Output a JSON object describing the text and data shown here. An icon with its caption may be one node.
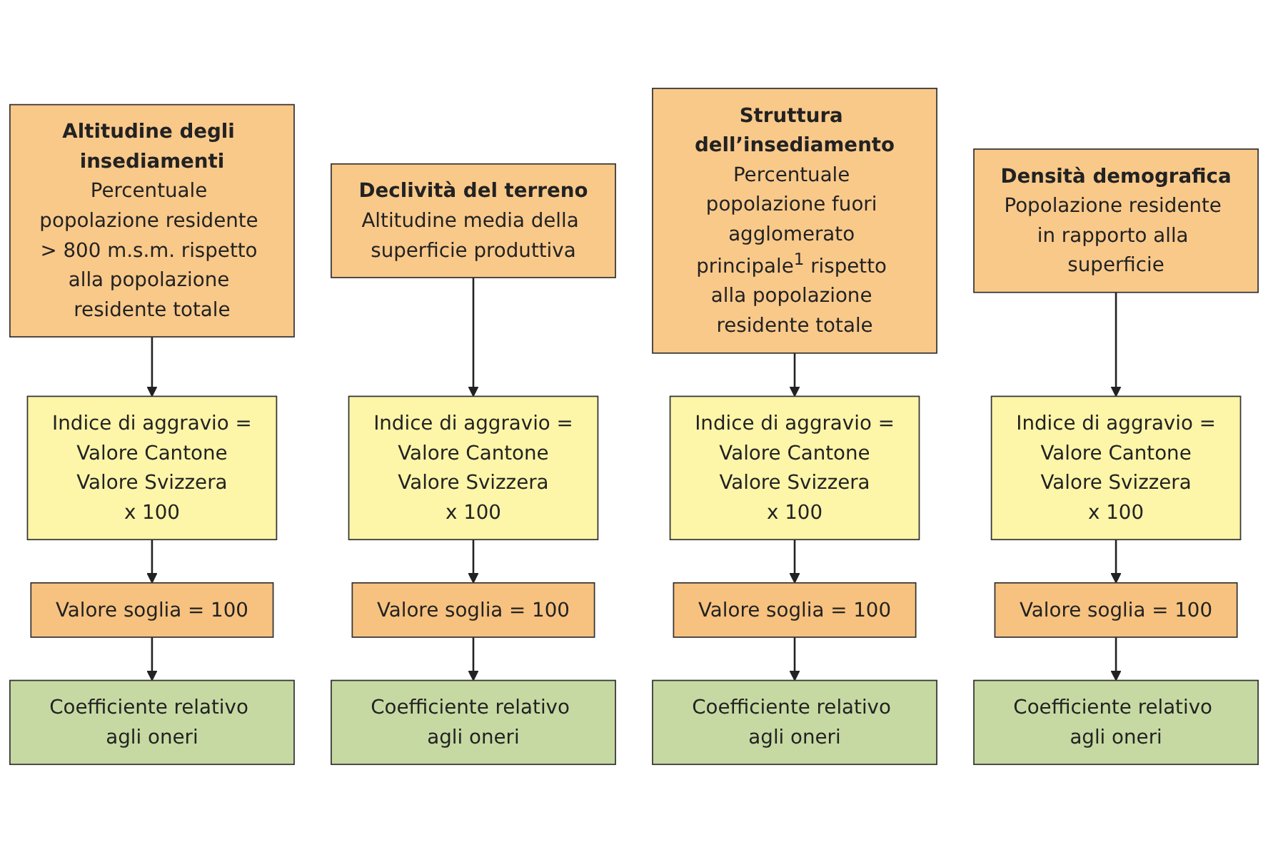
{
  "diagram": {
    "nodes": [
      {
        "text": [
          "Altitudine degli insediamenti",
          "Percentuale popolazione residente > 800 m.s.m. rispetto alla popolazione residente totale"
        ]
      },
      {
        "text": [
          "Indice di aggravio =",
          "Valore Cantone",
          "Valore Svizzera",
          "x 100"
        ]
      },
      {
        "text": [
          "Valore soglia = 100"
        ]
      },
      {
        "text": [
          "Coefficiente relativo agli oneri"
        ]
      },
      {
        "text": [
          "Declività del terreno",
          "Altitudine media della superficie produttiva"
        ]
      },
      {
        "text": [
          "Indice di aggravio =",
          "Valore Cantone",
          "Valore Svizzera",
          "x 100"
        ]
      },
      {
        "text": [
          "Valore soglia = 100"
        ]
      },
      {
        "text": [
          "Coefficiente relativo agli oneri"
        ]
      },
      {
        "text": [
          "Struttura dell’insediamento",
          "Percentuale popolazione fuori agglomerato principale$^{1}$ rispetto alla popolazione residente totale"
        ]
      },
      {
        "text": [
          "Indice di aggravio =",
          "Valore Cantone",
          "Valore Svizzera",
          "x 100"
        ]
      },
      {
        "text": [
          "Valore soglia = 100"
        ]
      },
      {
        "text": [
          "Coefficiente relativo agli oneri"
        ]
      },
      {
        "text": [
          "Densità demografica",
          "Popolazione residente in rapporto alla superficie"
        ]
      },
      {
        "text": [
          "Indice di aggravio =",
          "Valore Cantone",
          "Valore Svizzera",
          "x 100"
        ]
      },
      {
        "text": [
          "Valore soglia = 100"
        ]
      },
      {
        "text": [
          "Coefficiente relativo agli oneri"
        ]
      }
    ],
    "edges": [
      {
        "from": 0,
        "to": 1,
        "arrow": "to"
      },
      {
        "from": 1,
        "to": 2,
        "arrow": "to"
      },
      {
        "from": 2,
        "to": 3,
        "arrow": "to"
      },
      {
        "from": 4,
        "to": 5,
        "arrow": "to"
      },
      {
        "from": 5,
        "to": 6,
        "arrow": "to"
      },
      {
        "from": 6,
        "to": 7,
        "arrow": "to"
      },
      {
        "from": 8,
        "to": 9,
        "arrow": "to"
      },
      {
        "from": 9,
        "to": 10,
        "arrow": "to"
      },
      {
        "from": 10,
        "to": 11,
        "arrow": "to"
      },
      {
        "from": 12,
        "to": 13,
        "arrow": "to"
      },
      {
        "from": 13,
        "to": 14,
        "arrow": "to"
      },
      {
        "from": 14,
        "to": 15,
        "arrow": "to"
      }
    ]
  }
}
